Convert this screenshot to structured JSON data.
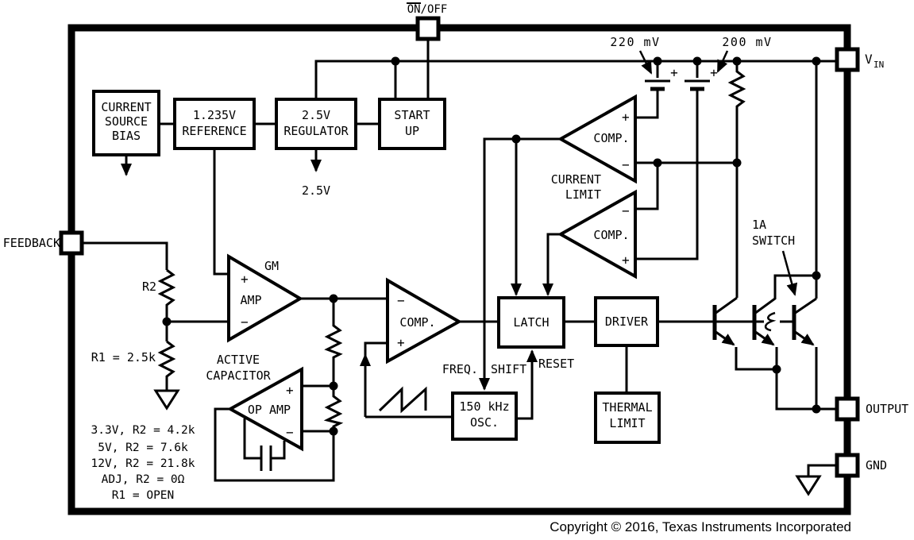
{
  "pins": {
    "on_off": "ON/OFF",
    "feedback": "FEEDBACK",
    "vin_base": "V",
    "vin_sub": "IN",
    "output": "OUTPUT",
    "gnd": "GND"
  },
  "blocks": {
    "csb1": "CURRENT",
    "csb2": "SOURCE",
    "csb3": "BIAS",
    "ref1": "1.235V",
    "ref2": "REFERENCE",
    "reg1": "2.5V",
    "reg2": "REGULATOR",
    "su1": "START",
    "su2": "UP",
    "latch": "LATCH",
    "driver": "DRIVER",
    "osc1": "150 kHz",
    "osc2": "OSC.",
    "th1": "THERMAL",
    "th2": "LIMIT"
  },
  "amps": {
    "gm": "GM",
    "amp": "AMP",
    "comp": "COMP.",
    "opamp": "OP AMP",
    "plus": "+",
    "minus": "−"
  },
  "labels": {
    "reg_out": "2.5V",
    "cl1": "CURRENT",
    "cl2": "LIMIT",
    "freq": "FREQ.",
    "shift": "SHIFT",
    "reset": "RESET",
    "sw1": "1A",
    "sw2": "SWITCH",
    "ac1": "ACTIVE",
    "ac2": "CAPACITOR",
    "r2": "R2",
    "r1": "R1 = 2.5k",
    "off1": "220 mV",
    "off2": "200 mV",
    "t1": "3.3V, R2 = 4.2k",
    "t2": "5V, R2 = 7.6k",
    "t3": "12V, R2 = 21.8k",
    "t4": "ADJ, R2 = 0Ω",
    "t5": "R1 = OPEN",
    "copyright": "Copyright © 2016, Texas Instruments Incorporated"
  },
  "colors": {
    "line": "#000000",
    "bg": "#ffffff"
  }
}
